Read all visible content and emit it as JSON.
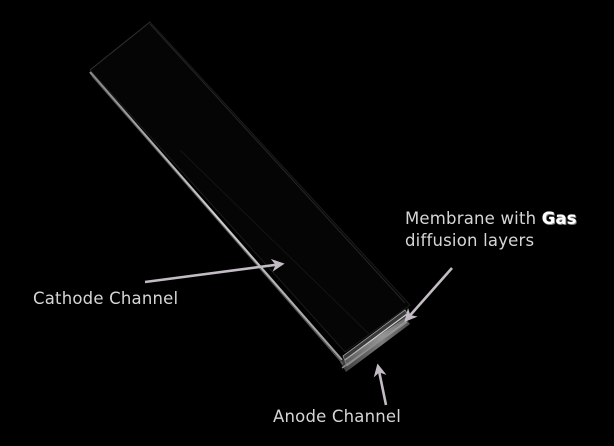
{
  "labels": {
    "cathode": "Cathode Channel",
    "anode": "Anode Channel",
    "membrane_line1_prefix": "Membrane with ",
    "membrane_line1_emphasis": "Gas",
    "membrane_line2": "diffusion layers"
  },
  "colors": {
    "background": "#000000",
    "label_text": "#d6d6d6",
    "arrow": "#c4bcc4",
    "edge_highlight": "#b8b8b8"
  }
}
